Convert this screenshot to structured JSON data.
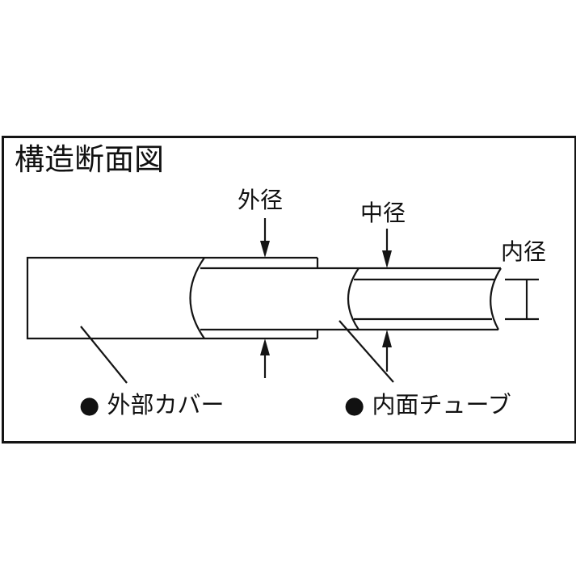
{
  "diagram": {
    "title": "構造断面図",
    "dimension_labels": {
      "outer_diameter": "外径",
      "middle_diameter": "中径",
      "inner_diameter": "内径"
    },
    "component_labels": {
      "outer_cover": "● 外部カバー",
      "inner_tube": "● 内面チューブ"
    },
    "colors": {
      "line": "#141414",
      "background": "#ffffff"
    }
  }
}
